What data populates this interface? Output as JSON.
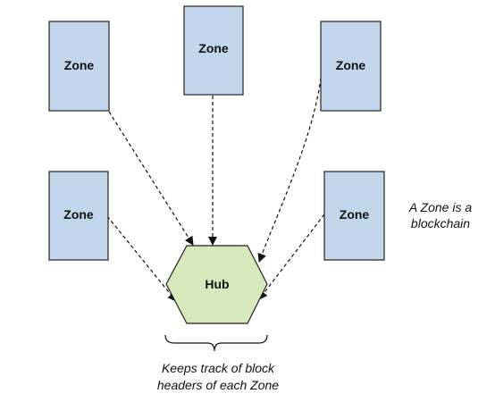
{
  "nodes": {
    "zone_top_left": {
      "label": "Zone"
    },
    "zone_top_center": {
      "label": "Zone"
    },
    "zone_top_right": {
      "label": "Zone"
    },
    "zone_mid_left": {
      "label": "Zone"
    },
    "zone_mid_right": {
      "label": "Zone"
    },
    "hub": {
      "label": "Hub"
    }
  },
  "annotations": {
    "zone_definition": [
      "A Zone is a",
      "blockchain"
    ],
    "hub_description": [
      "Keeps track of block",
      "headers of each Zone"
    ]
  },
  "edges": [
    {
      "from": "zone_top_left",
      "to": "hub",
      "style": "dashed-arrow"
    },
    {
      "from": "zone_top_center",
      "to": "hub",
      "style": "dashed-arrow"
    },
    {
      "from": "zone_top_right",
      "to": "hub",
      "style": "dashed-arrow"
    },
    {
      "from": "zone_mid_left",
      "to": "hub",
      "style": "dashed-arrow"
    },
    {
      "from": "zone_mid_right",
      "to": "hub",
      "style": "dashed-arrow"
    }
  ],
  "colors": {
    "zone_fill": "#c2d7ec",
    "hub_fill": "#d6e9bd",
    "stroke": "#222222"
  }
}
